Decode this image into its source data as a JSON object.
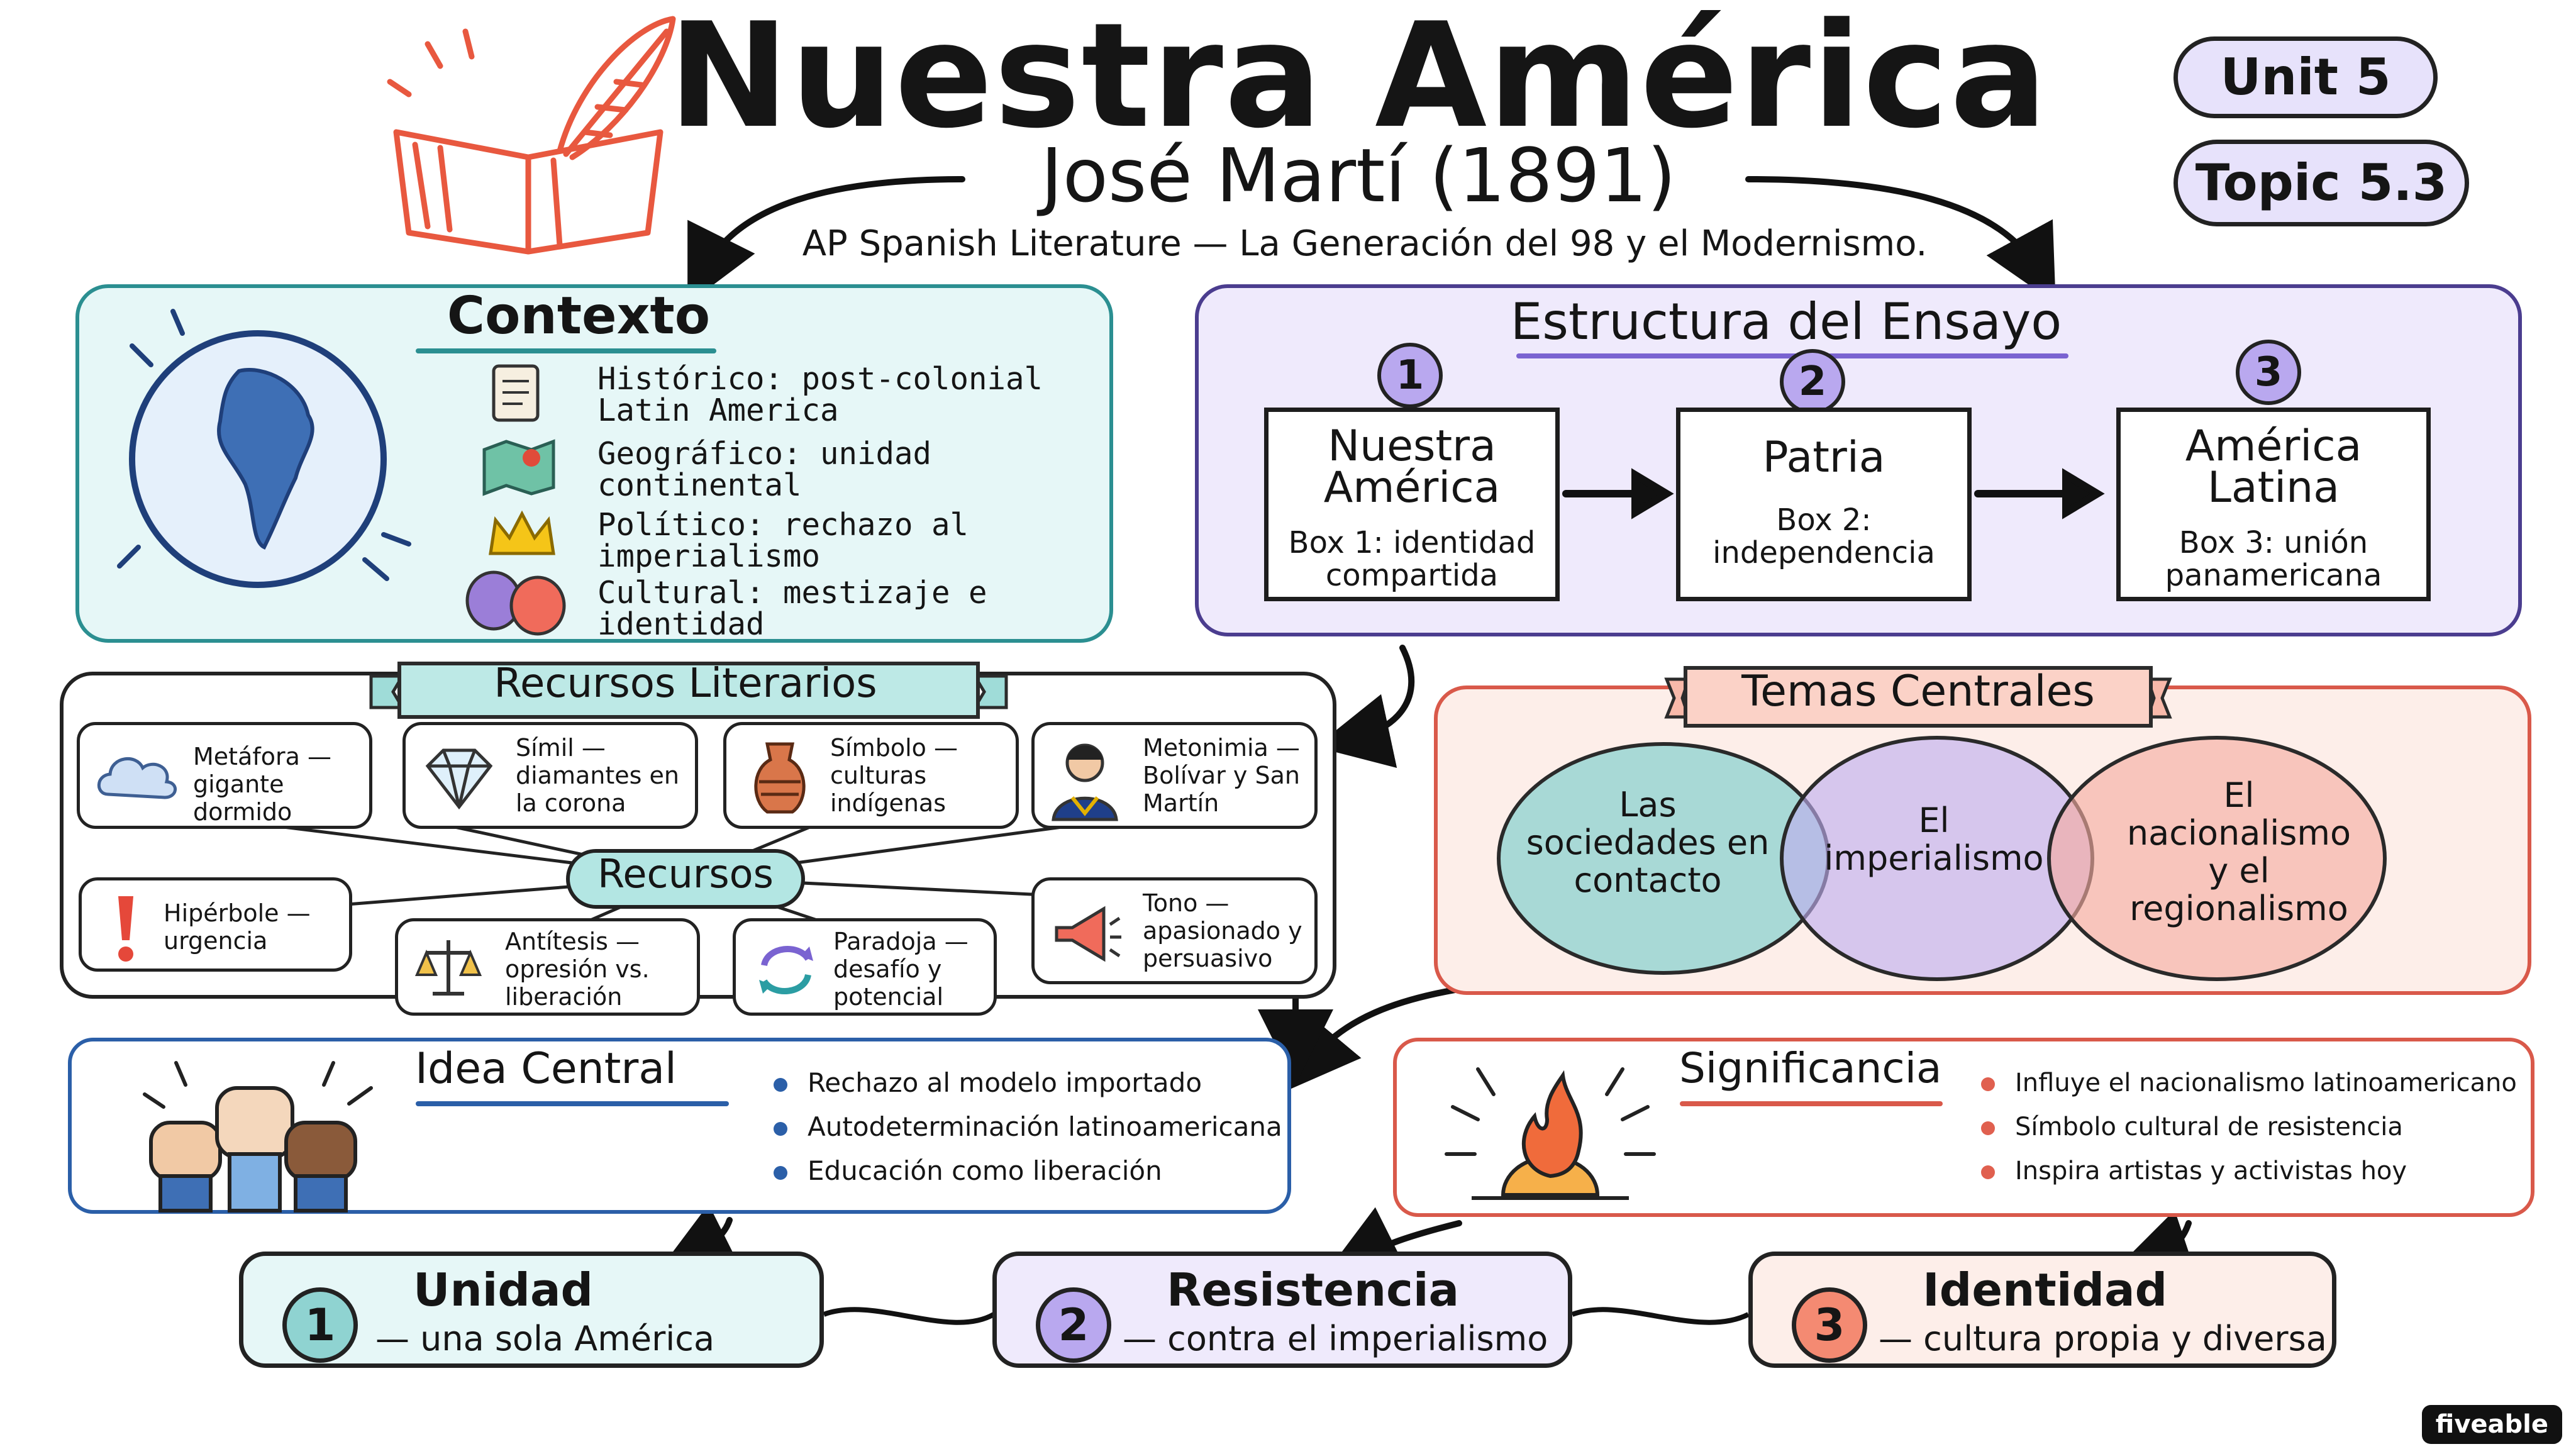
{
  "header": {
    "title": "Nuestra América",
    "author": "José Martí (1891)",
    "course": "AP Spanish Literature — La Generación del 98 y el Modernismo.",
    "unit": "Unit 5",
    "topic": "Topic 5.3"
  },
  "contexto": {
    "title": "Contexto",
    "items": [
      {
        "icon": "scroll-icon",
        "text": "Histórico: post-colonial Latin America"
      },
      {
        "icon": "map-icon",
        "text": "Geográfico: unidad continental"
      },
      {
        "icon": "crown-icon",
        "text": "Político: rechazo al imperialismo"
      },
      {
        "icon": "masks-icon",
        "text": "Cultural: mestizaje e identidad"
      }
    ]
  },
  "estructura": {
    "title": "Estructura del Ensayo",
    "boxes": [
      {
        "num": "1",
        "title": "Nuestra América",
        "desc": "Box 1: identidad compartida"
      },
      {
        "num": "2",
        "title": "Patria",
        "desc": "Box 2: independencia"
      },
      {
        "num": "3",
        "title": "América Latina",
        "desc": "Box 3: unión panamericana"
      }
    ]
  },
  "recursos": {
    "title": "Recursos Literarios",
    "hub": "Recursos",
    "items": [
      {
        "icon": "cloud-icon",
        "text": "Metáfora — gigante dormido"
      },
      {
        "icon": "diamond-icon",
        "text": "Símil — diamantes en la corona"
      },
      {
        "icon": "vase-icon",
        "text": "Símbolo — culturas indígenas"
      },
      {
        "icon": "portrait-icon",
        "text": "Metonimia — Bolívar y San Martín"
      },
      {
        "icon": "exclamation-icon",
        "text": "Hipérbole — urgencia"
      },
      {
        "icon": "scales-icon",
        "text": "Antítesis — opresión vs. liberación"
      },
      {
        "icon": "cycle-arrows-icon",
        "text": "Paradoja — desafío y potencial"
      },
      {
        "icon": "megaphone-icon",
        "text": "Tono — apasionado y persuasivo"
      }
    ]
  },
  "temas": {
    "title": "Temas Centrales",
    "circles": [
      "Las sociedades en contacto",
      "El imperialismo",
      "El nacionalismo y el regionalismo"
    ]
  },
  "idea": {
    "title": "Idea Central",
    "bullets": [
      "Rechazo al modelo importado",
      "Autodeterminación latinoamericana",
      "Educación como liberación"
    ]
  },
  "significancia": {
    "title": "Significancia",
    "bullets": [
      "Influye el nacionalismo latinoamericano",
      "Símbolo cultural de resistencia",
      "Inspira artistas y activistas hoy"
    ]
  },
  "bottom": [
    {
      "num": "1",
      "title": "Unidad",
      "sub": "— una sola América"
    },
    {
      "num": "2",
      "title": "Resistencia",
      "sub": "— contra el imperialismo"
    },
    {
      "num": "3",
      "title": "Identidad",
      "sub": "— cultura propia y diversa"
    }
  ],
  "brand": "fiveable",
  "colors": {
    "teal_bg": "#e6f7f7",
    "teal_border": "#2b8f91",
    "purple_bg": "#efeafc",
    "purple_border": "#4b3d8f",
    "coral_bg": "#fdeee9",
    "coral_border": "#d9594a",
    "blue_border": "#2b5fa8"
  }
}
